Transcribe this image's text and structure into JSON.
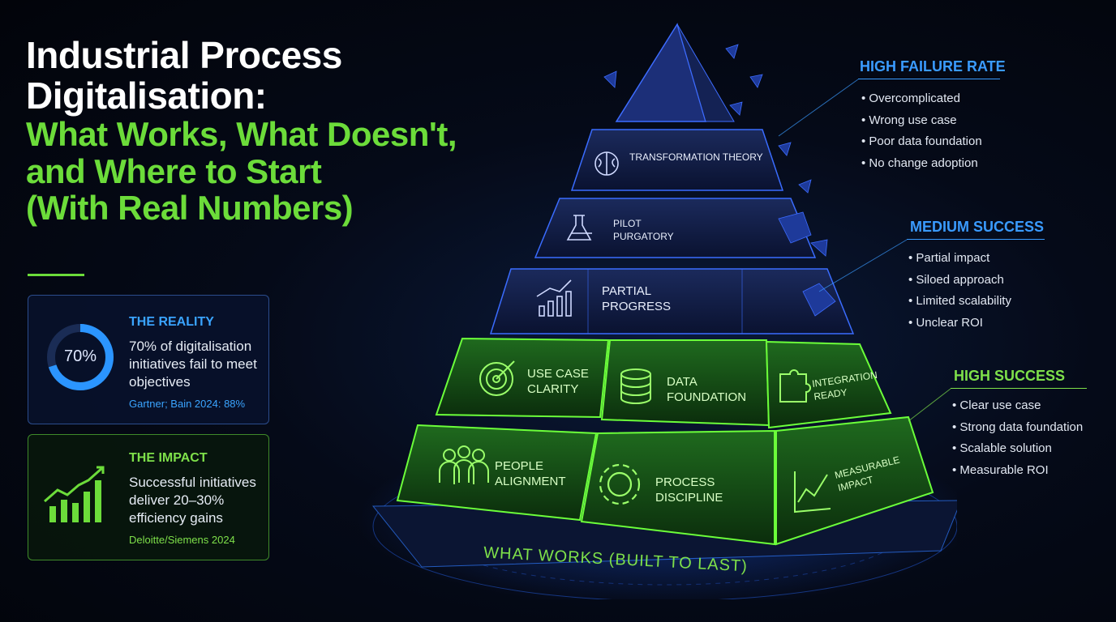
{
  "title": {
    "line1": "Industrial Process",
    "line2": "Digitalisation:",
    "line3": "What Works, What Doesn't,",
    "line4": "and Where to Start",
    "line5": "(With Real Numbers)"
  },
  "reality": {
    "label": "THE REALITY",
    "value": "70%",
    "percent": 70,
    "text": "70% of digitalisation initiatives fail to meet objectives",
    "source": "Gartner; Bain 2024: 88%"
  },
  "impact": {
    "label": "THE IMPACT",
    "text": "Successful initiatives deliver 20–30% efficiency gains",
    "source": "Deloitte/Siemens 2024"
  },
  "pyramid": {
    "tiers": [
      {
        "label": "Transformation Theory",
        "icon": "brain-icon"
      },
      {
        "label": "Pilot Purgatory",
        "icon": "flask-icon"
      },
      {
        "label": "Partial Progress",
        "icon": "growth-chart-icon"
      },
      {
        "label": "Use Case Clarity",
        "icon": "target-icon"
      },
      {
        "label": "Data Foundation",
        "icon": "database-icon"
      },
      {
        "label": "Integration Ready",
        "icon": "puzzle-icon"
      },
      {
        "label": "People Alignment",
        "icon": "people-icon"
      },
      {
        "label": "Process Discipline",
        "icon": "gear-icon"
      },
      {
        "label": "Measurable Impact",
        "icon": "line-chart-icon"
      }
    ],
    "base_label": "WHAT WORKS (BUILT TO LAST)"
  },
  "legend": [
    {
      "heading": "HIGH FAILURE RATE",
      "items": [
        "Overcomplicated",
        "Wrong use case",
        "Poor data foundation",
        "No change adoption"
      ]
    },
    {
      "heading": "MEDIUM SUCCESS",
      "items": [
        "Partial impact",
        "Siloed approach",
        "Limited scalability",
        "Unclear ROI"
      ]
    },
    {
      "heading": "HIGH SUCCESS",
      "items": [
        "Clear use case",
        "Strong data foundation",
        "Scalable solution",
        "Measurable ROI"
      ]
    }
  ],
  "colors": {
    "green": "#6cdc3a",
    "blue": "#3a9bff",
    "dark_blue": "#0b1a3e"
  }
}
